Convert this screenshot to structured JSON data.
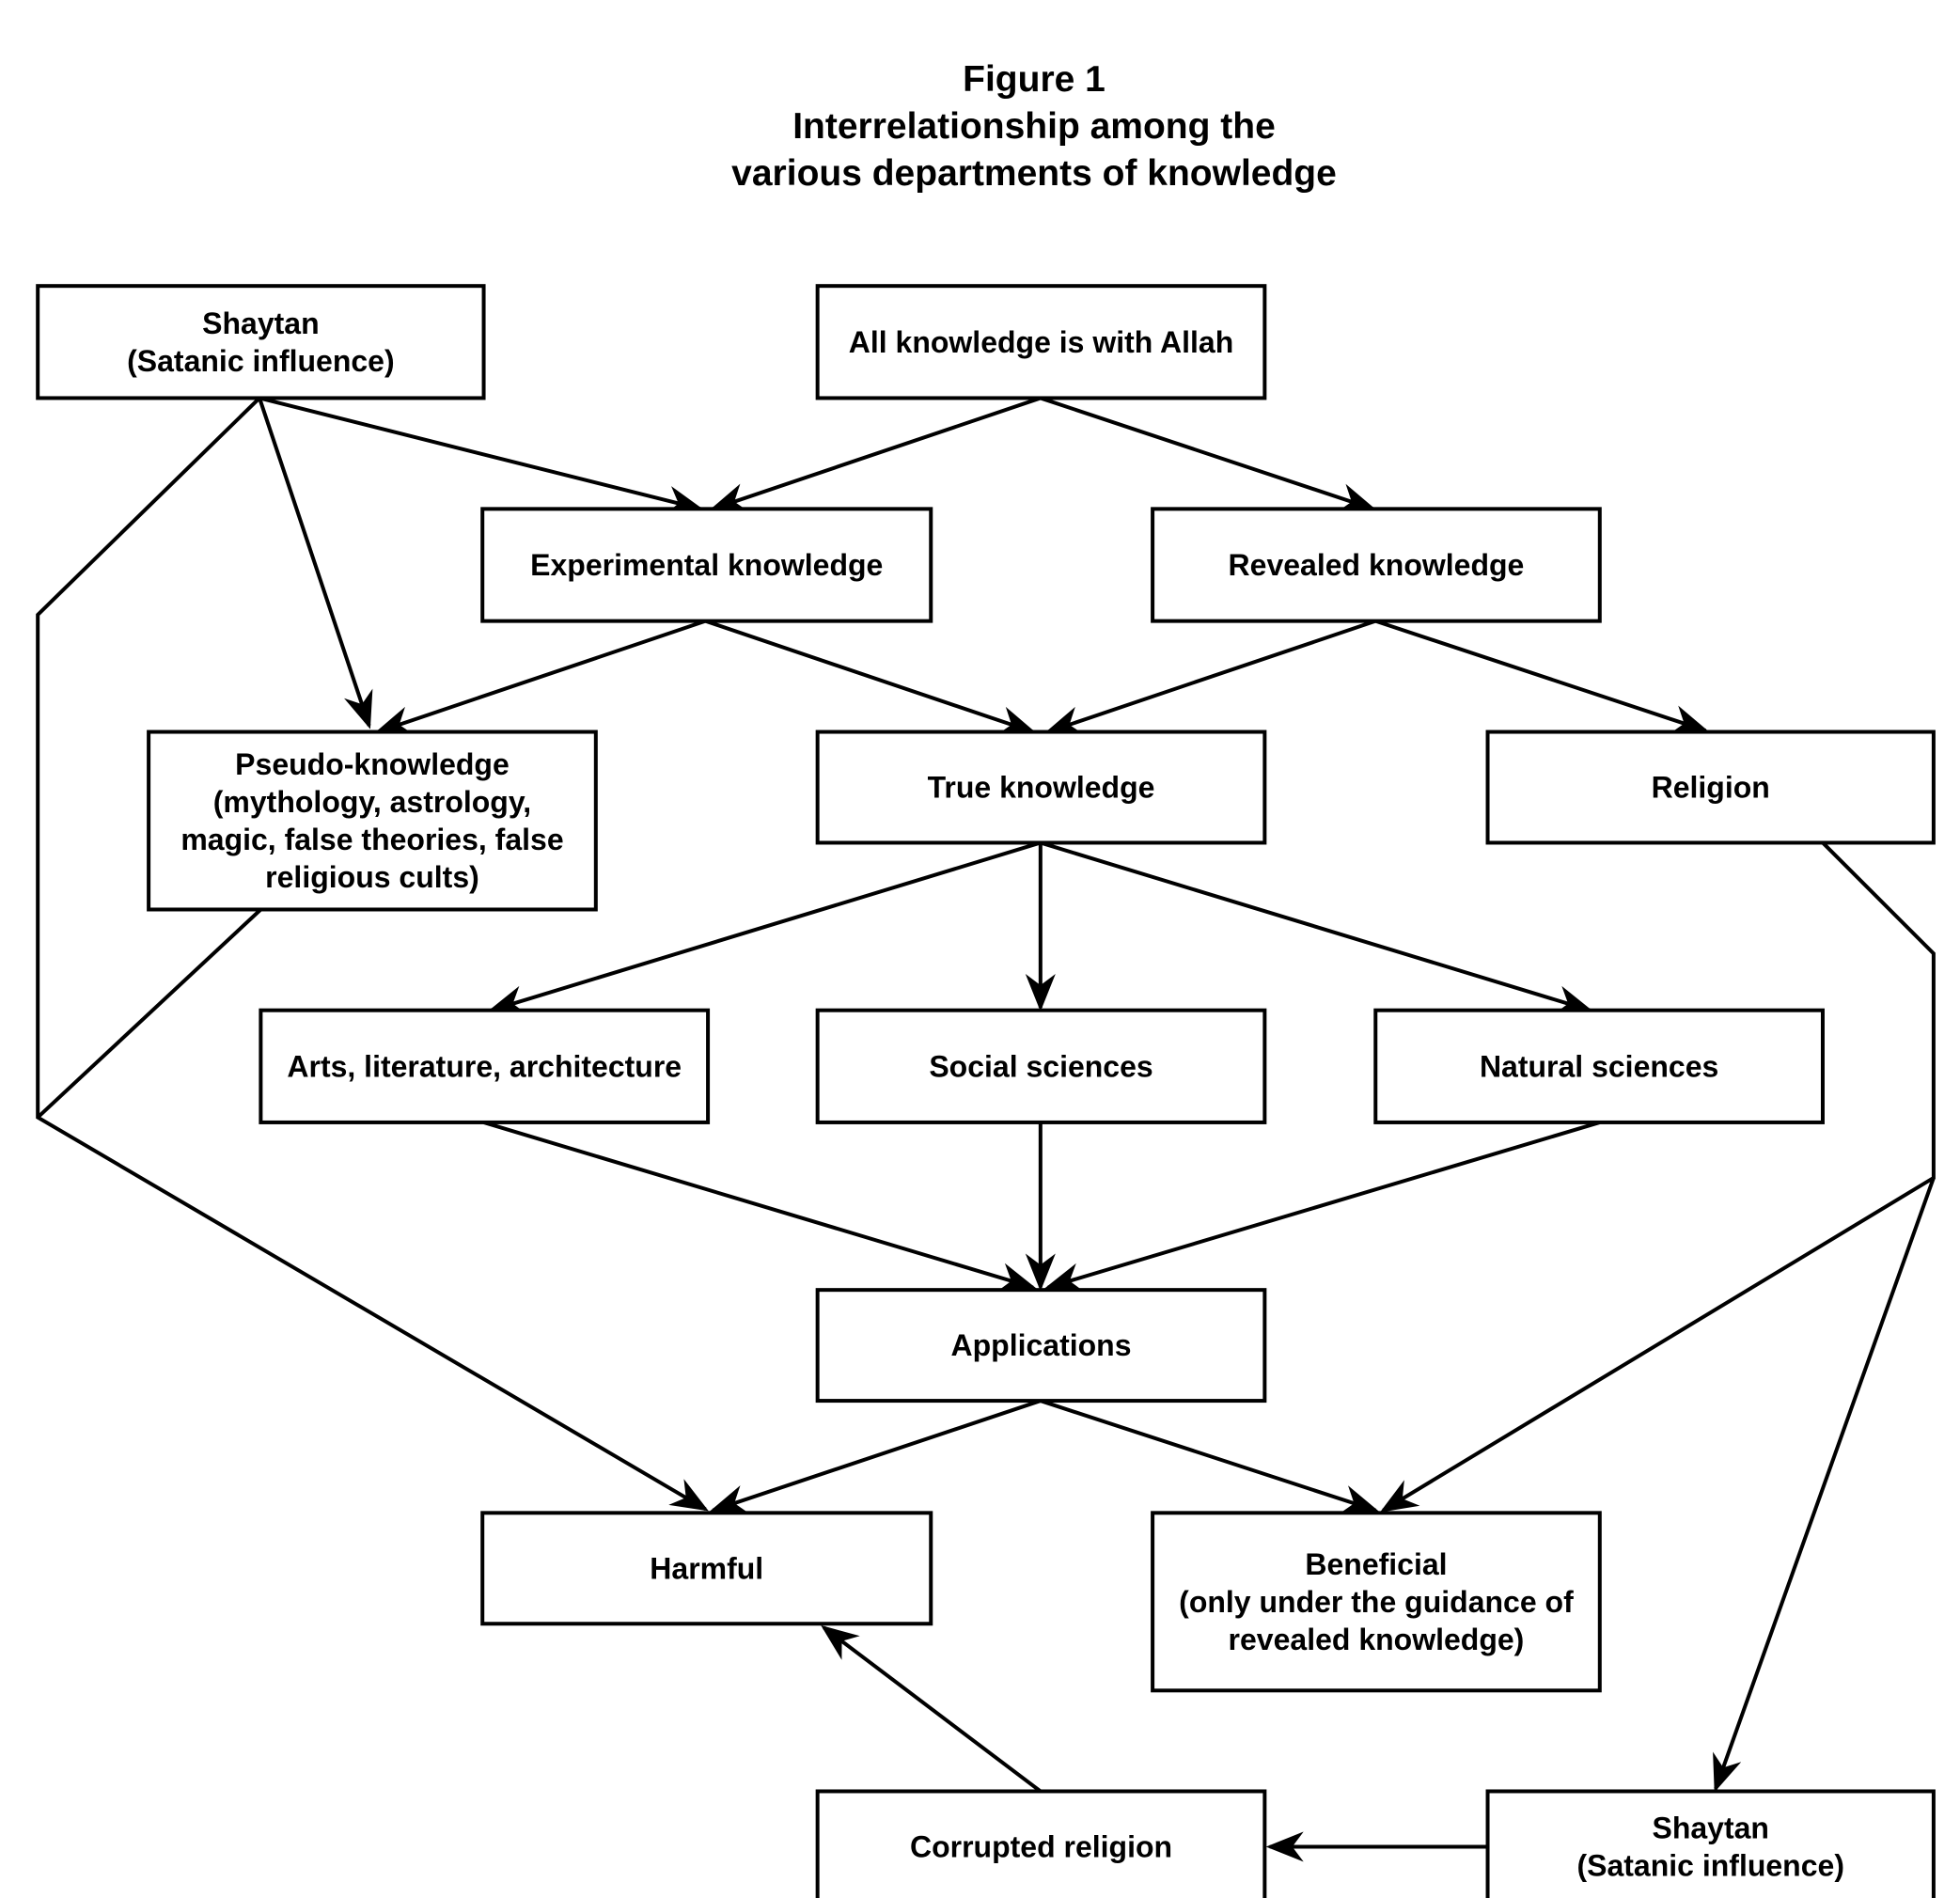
{
  "title_lines": [
    "Figure 1",
    "Interrelationship among the",
    "various departments of knowledge"
  ],
  "nodes": [
    {
      "id": "shaytan_top",
      "lines": [
        "Shaytan",
        "(Satanic influence)"
      ]
    },
    {
      "id": "allah",
      "lines": [
        "All knowledge is with Allah"
      ]
    },
    {
      "id": "experimental",
      "lines": [
        "Experimental knowledge"
      ]
    },
    {
      "id": "revealed",
      "lines": [
        "Revealed knowledge"
      ]
    },
    {
      "id": "pseudo",
      "lines": [
        "Pseudo-knowledge",
        "(mythology, astrology,",
        "magic, false theories, false",
        "religious cults)"
      ]
    },
    {
      "id": "true",
      "lines": [
        "True knowledge"
      ]
    },
    {
      "id": "religion",
      "lines": [
        "Religion"
      ]
    },
    {
      "id": "arts",
      "lines": [
        "Arts, literature, architecture"
      ]
    },
    {
      "id": "social",
      "lines": [
        "Social sciences"
      ]
    },
    {
      "id": "natural",
      "lines": [
        "Natural sciences"
      ]
    },
    {
      "id": "applications",
      "lines": [
        "Applications"
      ]
    },
    {
      "id": "harmful",
      "lines": [
        "Harmful"
      ]
    },
    {
      "id": "beneficial",
      "lines": [
        "Beneficial",
        "(only under the guidance of",
        "revealed knowledge)"
      ]
    },
    {
      "id": "corrupted",
      "lines": [
        "Corrupted religion"
      ]
    },
    {
      "id": "shaytan_bottom",
      "lines": [
        "Shaytan",
        "(Satanic influence)"
      ]
    }
  ],
  "edges": [
    {
      "from": "allah",
      "to": "experimental"
    },
    {
      "from": "allah",
      "to": "revealed"
    },
    {
      "from": "shaytan_top",
      "to": "experimental"
    },
    {
      "from": "shaytan_top",
      "to": "pseudo"
    },
    {
      "from": "shaytan_top",
      "to": "harmful"
    },
    {
      "from": "experimental",
      "to": "pseudo"
    },
    {
      "from": "experimental",
      "to": "true"
    },
    {
      "from": "revealed",
      "to": "true"
    },
    {
      "from": "revealed",
      "to": "religion"
    },
    {
      "from": "pseudo",
      "to": "harmful"
    },
    {
      "from": "true",
      "to": "arts"
    },
    {
      "from": "true",
      "to": "social"
    },
    {
      "from": "true",
      "to": "natural"
    },
    {
      "from": "arts",
      "to": "applications"
    },
    {
      "from": "social",
      "to": "applications"
    },
    {
      "from": "natural",
      "to": "applications"
    },
    {
      "from": "applications",
      "to": "harmful"
    },
    {
      "from": "applications",
      "to": "beneficial"
    },
    {
      "from": "religion",
      "to": "beneficial"
    },
    {
      "from": "religion",
      "to": "shaytan_bottom"
    },
    {
      "from": "shaytan_bottom",
      "to": "corrupted"
    },
    {
      "from": "corrupted",
      "to": "harmful"
    }
  ]
}
